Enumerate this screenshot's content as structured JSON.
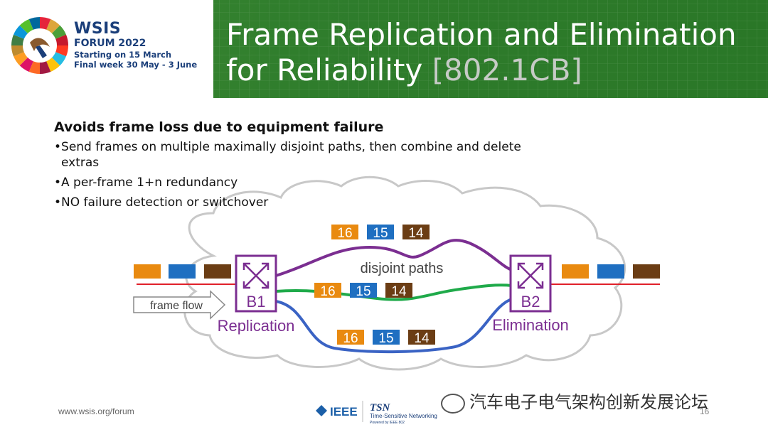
{
  "logo": {
    "line1": "WSIS",
    "line2": "FORUM 2022",
    "line3": "Starting on 15 March",
    "line4": "Final week 30 May - 3 June"
  },
  "slide": {
    "title_line1": "Frame Replication and Elimination",
    "title_line2": "for Reliability ",
    "title_code": "[802.1CB]",
    "heading": "Avoids frame loss due to equipment failure",
    "bullets": [
      "•Send frames on multiple maximally disjoint paths, then combine and delete extras",
      "•A per-frame 1+n redundancy",
      "•NO failure detection or switchover"
    ]
  },
  "diagram": {
    "bridge1_label": "B1",
    "bridge2_label": "B2",
    "replication_label": "Replication",
    "elimination_label": "Elimination",
    "frame_flow_label": "frame flow",
    "disjoint_label": "disjoint paths",
    "frames": [
      "16",
      "15",
      "14"
    ],
    "colors": {
      "orange": "#e98a10",
      "blue": "#1f6fc1",
      "brown": "#6b3d14",
      "purple": "#7b2e91",
      "green": "#1faa4a",
      "pathblue": "#3a63c4",
      "red": "#e0202a"
    }
  },
  "footer": {
    "url": "www.wsis.org/forum",
    "page": "16",
    "ieee": "IEEE",
    "tsn": "TSN",
    "tsn_sub": "Time-Sensitive Networking",
    "tsn_sub2": "Powered by IEEE 802"
  },
  "watermark": "汽车电子电气架构创新发展论坛"
}
